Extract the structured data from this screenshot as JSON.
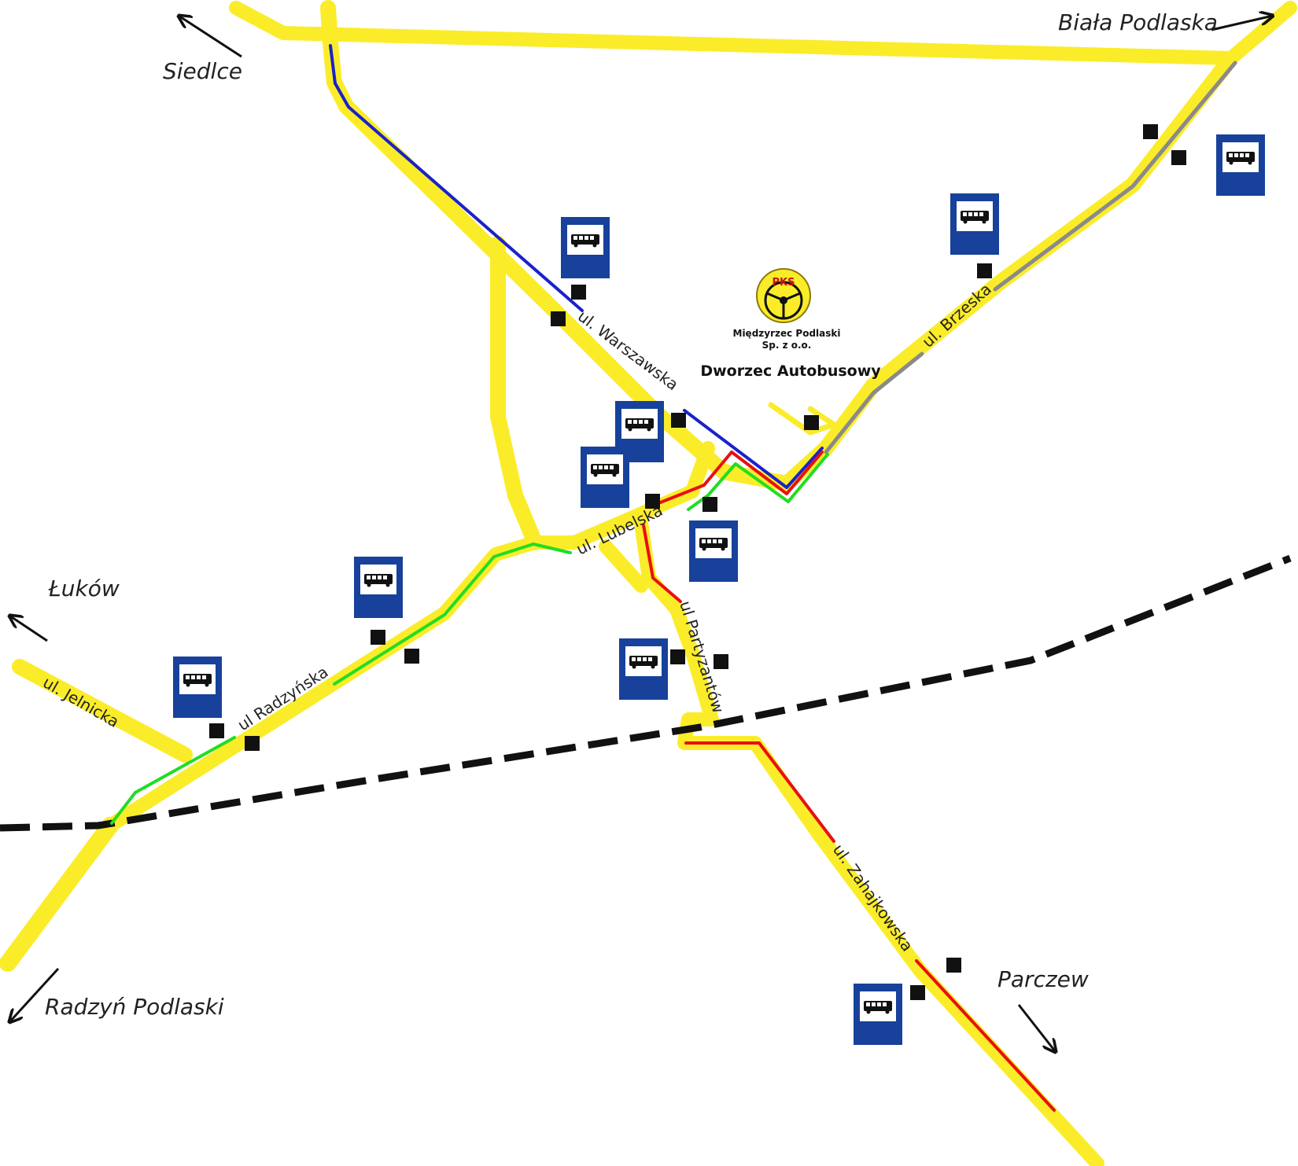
{
  "colors": {
    "road": "#fbec2a",
    "route_blue": "#1a22c8",
    "route_red": "#e81010",
    "route_green": "#22dd22",
    "route_gray": "#8a8a8a",
    "railway": "#111111",
    "bus_sign_blue": "#17419a",
    "stop_marker": "#111111"
  },
  "directions": {
    "siedlce": "Siedlce",
    "biala_podlaska": "Biała Podlaska",
    "lukow": "Łuków",
    "radzyn_podlaski": "Radzyń Podlaski",
    "parczew": "Parczew"
  },
  "streets": {
    "warszawska": "ul. Warszawska",
    "brzeska": "ul. Brzeska",
    "lubelska": "ul. Lubelska",
    "partyzantow": "ul Partyzantów",
    "radzynska": "ul Radzyńska",
    "jelnicka": "ul. Jelnicka",
    "zahajkowska": "ul. Zahajkowska"
  },
  "station": {
    "logo_abbr": "PKS",
    "company_line1": "Międzyrzec Podlaski",
    "company_line2": "Sp. z o.o.",
    "title": "Dworzec Autobusowy"
  },
  "icons": {
    "bus_stop_sign": "bus-stop-sign-icon",
    "stop_marker": "stop-marker-icon",
    "direction_arrow": "arrow-icon",
    "pks_logo": "steering-wheel-logo-icon"
  }
}
